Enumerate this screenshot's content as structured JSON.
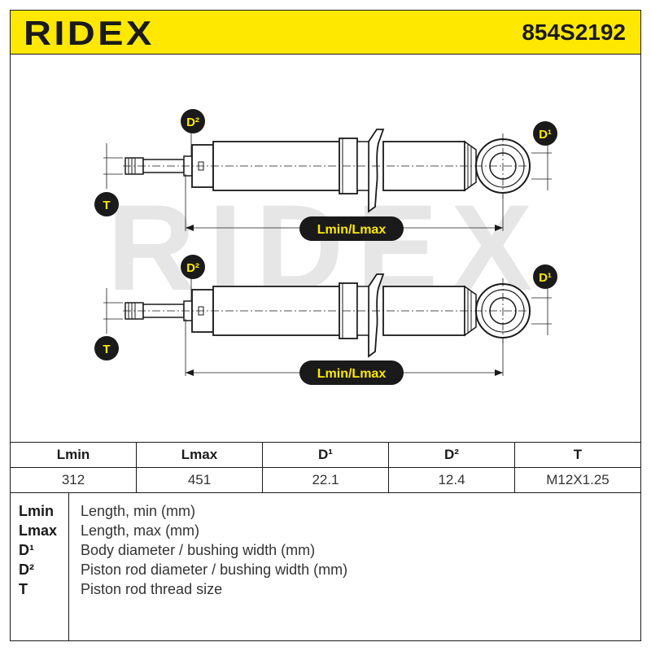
{
  "header": {
    "brand": "RIDEX",
    "part_number": "854S2192",
    "accent_color": "#ffe800"
  },
  "drawing": {
    "watermark": "RIDEX",
    "labels": {
      "d2": "D²",
      "d1": "D¹",
      "t": "T",
      "length": "Lmin/Lmax"
    }
  },
  "spec_table": {
    "headers": [
      "Lmin",
      "Lmax",
      "D¹",
      "D²",
      "T"
    ],
    "values": [
      "312",
      "451",
      "22.1",
      "12.4",
      "M12X1.25"
    ]
  },
  "legend": {
    "items": [
      {
        "key": "Lmin",
        "desc": "Length, min (mm)"
      },
      {
        "key": "Lmax",
        "desc": "Length, max (mm)"
      },
      {
        "key": "D¹",
        "desc": "Body diameter / bushing width (mm)"
      },
      {
        "key": "D²",
        "desc": "Piston rod diameter / bushing width (mm)"
      },
      {
        "key": "T",
        "desc": "Piston rod thread size"
      }
    ]
  }
}
